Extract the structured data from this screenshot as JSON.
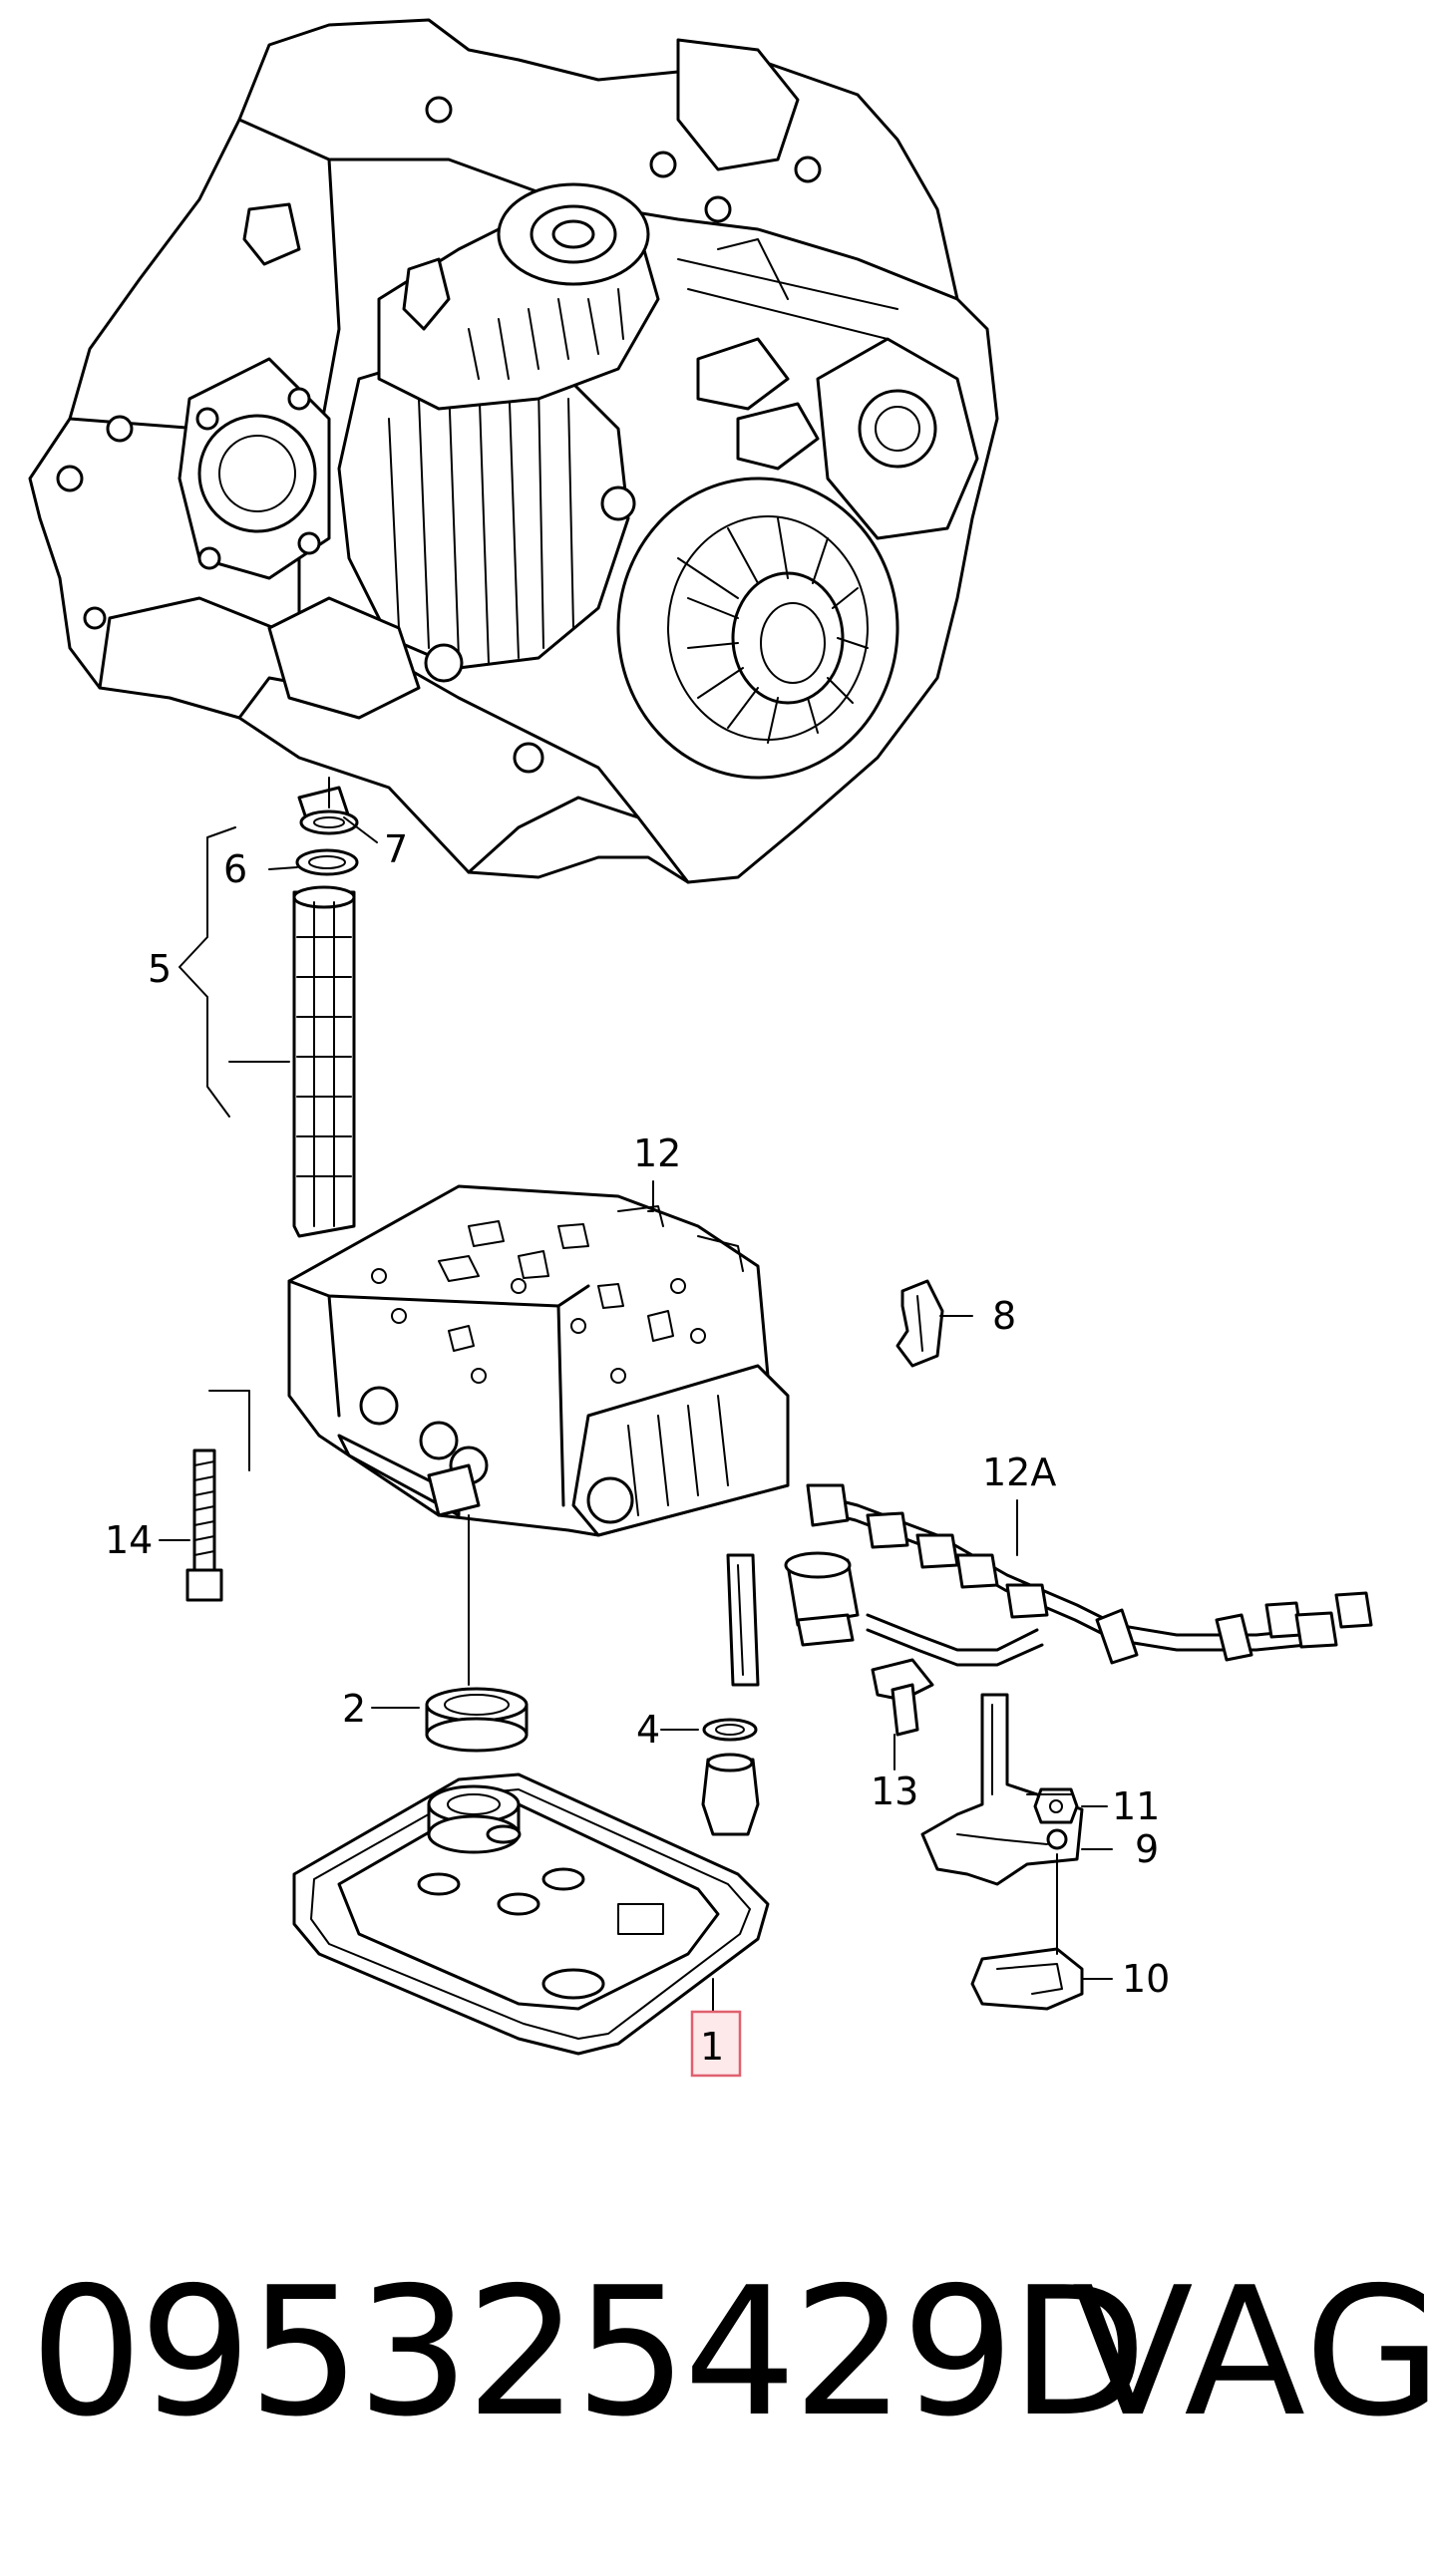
{
  "callouts": [
    {
      "id": "c1",
      "label": "1"
    },
    {
      "id": "c2",
      "label": "2"
    },
    {
      "id": "c4",
      "label": "4"
    },
    {
      "id": "c5",
      "label": "5"
    },
    {
      "id": "c6",
      "label": "6"
    },
    {
      "id": "c7",
      "label": "7"
    },
    {
      "id": "c8",
      "label": "8"
    },
    {
      "id": "c9",
      "label": "9"
    },
    {
      "id": "c10",
      "label": "10"
    },
    {
      "id": "c11",
      "label": "11"
    },
    {
      "id": "c12",
      "label": "12"
    },
    {
      "id": "c12a",
      "label": "12A"
    },
    {
      "id": "c13",
      "label": "13"
    },
    {
      "id": "c14",
      "label": "14"
    }
  ],
  "highlight_callout": "1",
  "caption": {
    "part_number": "095325429D",
    "brand": "VAG"
  }
}
